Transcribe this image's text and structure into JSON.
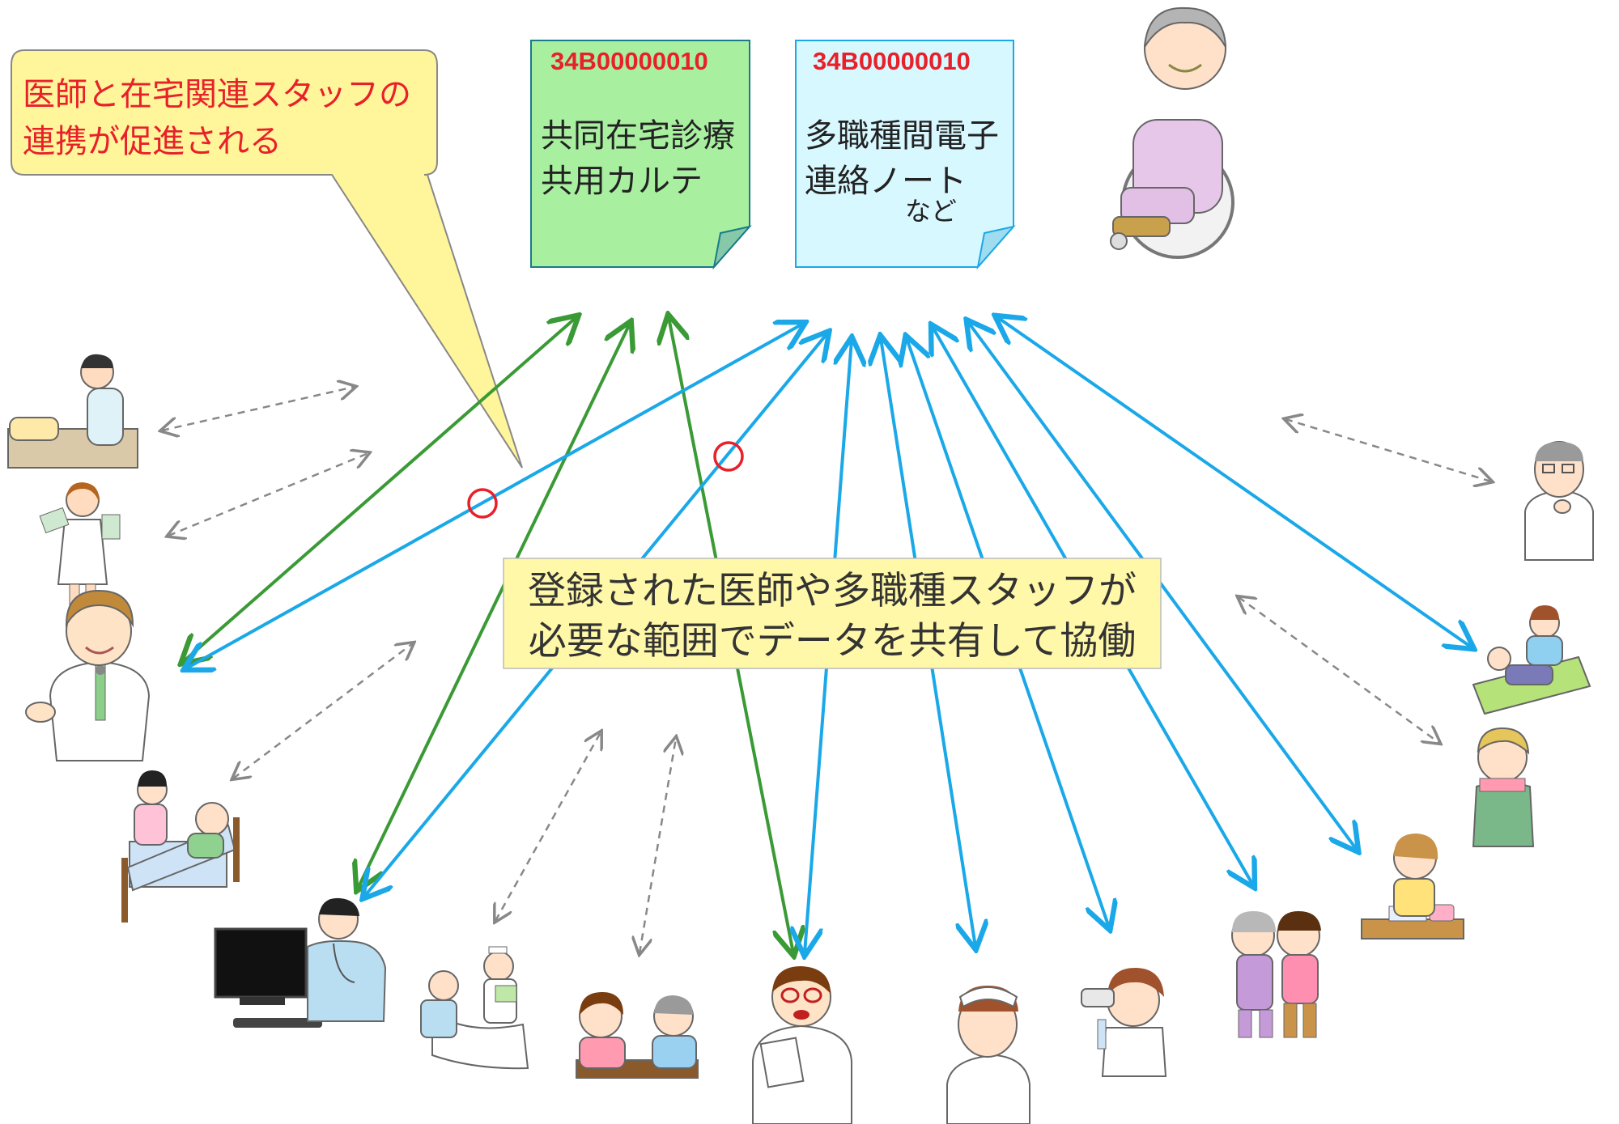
{
  "callout": {
    "lines": [
      "医師と在宅関連スタッフの",
      "連携が促進される"
    ]
  },
  "notes": [
    {
      "id": "34B00000010",
      "lines": [
        "共同在宅診療",
        "共用カルテ"
      ],
      "fill": "#a8f0a0"
    },
    {
      "id": "34B00000010",
      "lines": [
        "多職種間電子",
        "連絡ノート"
      ],
      "suffix": "など",
      "fill": "#d8f8ff"
    }
  ],
  "center_label": {
    "lines": [
      "登録された医師や多職種スタッフが",
      "必要な範囲でデータを共有して協働"
    ]
  },
  "colors": {
    "green_arrow": "#3a9a35",
    "blue_arrow": "#1aa8e8",
    "dashed_arrow": "#888888",
    "callout_fill": "#fff59a",
    "label_fill": "#fff8a8",
    "marker": "#e8202a"
  },
  "icons": [
    "patient-in-wheelchair-icon",
    "rehab-therapist-icon",
    "pharmacist-icon",
    "doctor-icon",
    "home-care-bed-icon",
    "doctor-at-computer-icon",
    "nurse-with-patient-icon",
    "care-consultation-icon",
    "lecturing-doctor-icon",
    "nurse-icon",
    "lab-technician-icon",
    "caregiver-with-elderly-icon",
    "phone-operator-icon",
    "home-helper-icon",
    "physical-therapist-icon",
    "thinking-doctor-icon"
  ]
}
